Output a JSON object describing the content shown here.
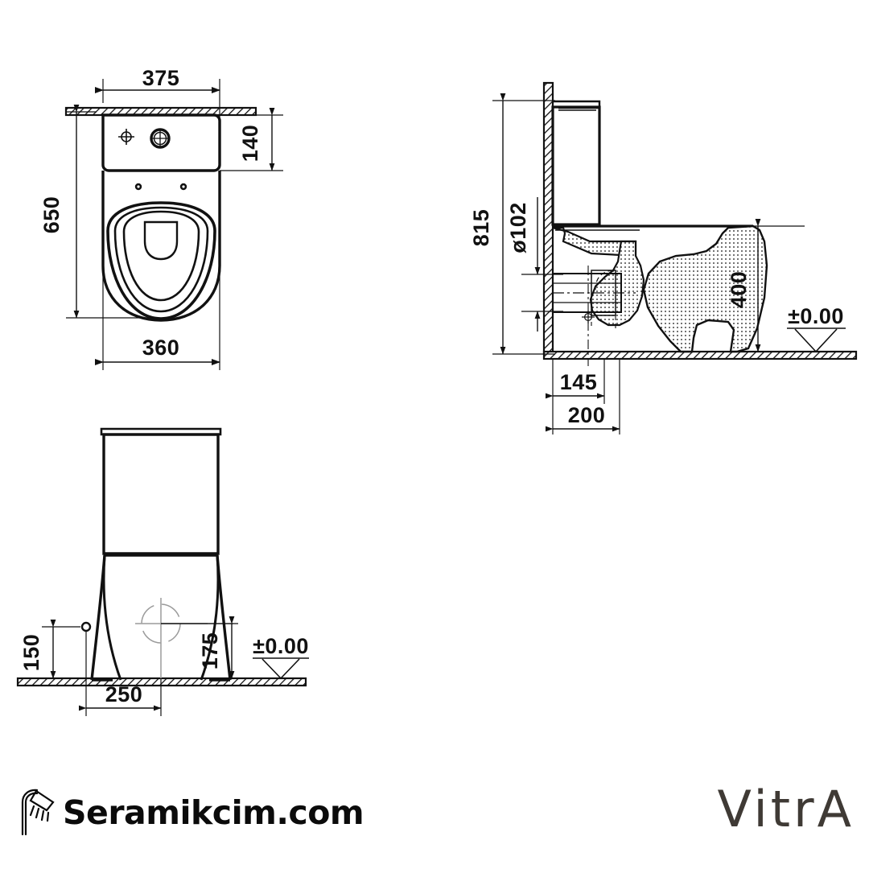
{
  "document": {
    "type": "technical-drawing",
    "subject": "close-coupled WC pan and cistern",
    "views": [
      "plan",
      "side-section",
      "front-elevation"
    ],
    "unit": "mm",
    "line_color": "#111111",
    "background": "#ffffff"
  },
  "plan_view": {
    "name": "plan-view",
    "dimensions": {
      "width_top": "375",
      "cistern_depth": "140",
      "overall_length": "650",
      "bowl_width": "360"
    },
    "features": {
      "crosshair_mark": "centre-mark",
      "flush_button": "flush-button",
      "fixing_hole_left": "fixing-hole",
      "fixing_hole_right": "fixing-hole"
    }
  },
  "side_view": {
    "name": "side-section-view",
    "dimensions": {
      "overall_height": "815",
      "outlet_diameter": "ø102",
      "seat_height": "400",
      "outlet_centre_from_wall": "145",
      "fixing_centres_from_wall": "200",
      "floor_level": "±0.00"
    }
  },
  "front_view": {
    "name": "front-elevation-view",
    "dimensions": {
      "inlet_height": "150",
      "foot_height": "175",
      "foot_width": "250",
      "floor_level": "±0.00"
    }
  },
  "branding": {
    "seramikcim": {
      "label": "Seramikcim.com",
      "icon": "shower-head-icon",
      "color": "#0b0b0b"
    },
    "vitra": {
      "label": "VitrA",
      "color": "#3f3a35"
    }
  }
}
